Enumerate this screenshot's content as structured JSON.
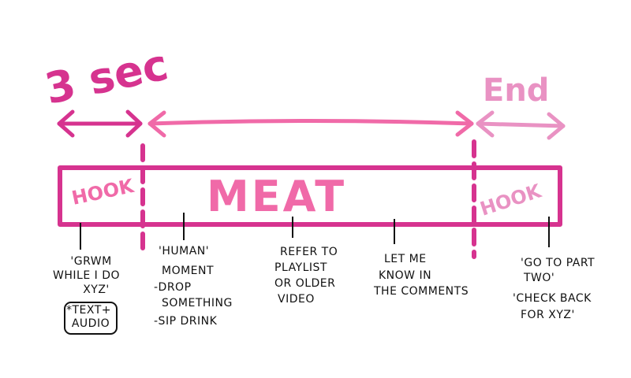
{
  "labels": {
    "duration": "3 sec",
    "end": "End",
    "meat": "MEAT",
    "hook_left": "HOOK",
    "hook_right": "HOOK"
  },
  "notes": {
    "grwm": [
      "'GRWM",
      "WHILE I DO",
      "XYZ'"
    ],
    "text_audio": [
      "*TEXT+",
      "AUDIO"
    ],
    "human_moment": [
      "'HUMAN'",
      "MOMENT",
      "-DROP",
      "SOMETHING",
      "-SIP DRINK"
    ],
    "playlist": [
      "REFER TO",
      "PLAYLIST",
      "OR OLDER",
      "VIDEO"
    ],
    "comments": [
      "LET ME",
      "KNOW IN",
      "THE COMMENTS"
    ],
    "part_two": [
      "'GO TO PART",
      "TWO'",
      "'CHECK BACK",
      "FOR XYZ'"
    ]
  },
  "colors": {
    "magenta": "#d6338f",
    "pink": "#f06aa8",
    "light_pink": "#e992c3",
    "ink": "#111111"
  }
}
